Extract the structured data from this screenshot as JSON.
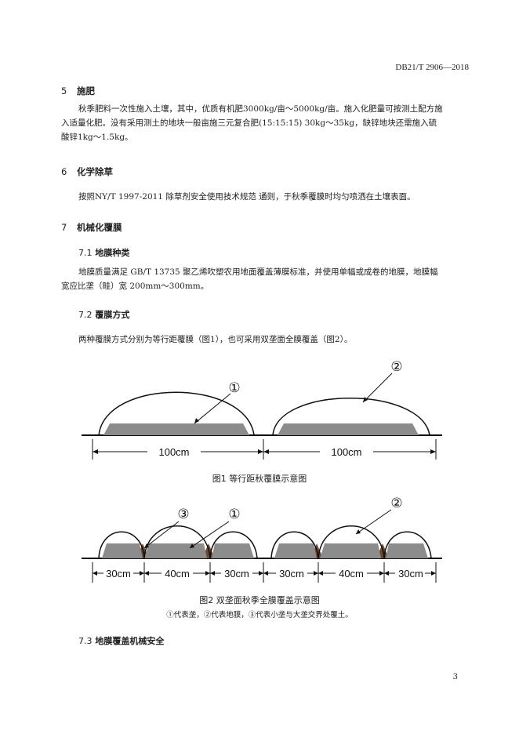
{
  "header": {
    "doc_code": "DB21/T 2906—2018"
  },
  "s5": {
    "num": "5",
    "title": "施肥",
    "para": [
      "秋季肥料一次性施入土壤，其中，优质有机肥3000kg/亩～5000kg/亩。施入化肥量可按测土配方施",
      "入适量化肥。没有采用测土的地块一般亩施三元复合肥(15:15:15) 30kg～35kg，缺锌地块还需施入硫",
      "酸锌1kg～1.5kg。"
    ]
  },
  "s6": {
    "num": "6",
    "title": "化学除草",
    "para": [
      "按照NY/T 1997-2011 除草剂安全使用技术规范 通则，于秋季覆膜时均匀喷洒在土壤表面。"
    ]
  },
  "s7": {
    "num": "7",
    "title": "机械化覆膜"
  },
  "s71": {
    "num": "7.1",
    "title": "地膜种类",
    "para": [
      "地膜质量满足 GB/T 13735 聚乙烯吹塑农用地面覆盖薄膜标准，并使用单幅或成卷的地膜，地膜幅",
      "宽应比垄（畦）宽 200mm～300mm。"
    ]
  },
  "s72": {
    "num": "7.2",
    "title": "覆膜方式",
    "para": [
      "两种覆膜方式分别为等行距覆膜（图1），也可采用双垄面全膜覆盖（图2）。"
    ]
  },
  "fig1": {
    "caption": "图1 等行距秋覆膜示意图",
    "dims": [
      "100cm",
      "100cm"
    ],
    "callouts": [
      "①",
      "②"
    ]
  },
  "fig2": {
    "caption": "图2 双垄面秋季全膜覆盖示意图",
    "note": "①代表垄，②代表地膜，③代表小垄与大垄交界处覆土。",
    "dims": [
      "30cm",
      "40cm",
      "30cm",
      "30cm",
      "40cm",
      "30cm"
    ],
    "callouts": [
      "③",
      "①",
      "②"
    ]
  },
  "s73": {
    "num": "7.3",
    "title": "地膜覆盖机械安全"
  },
  "footer": {
    "page": "3"
  },
  "colors": {
    "ridge": "#8c8c8c",
    "soil": "#6b4a2e",
    "line": "#111111"
  }
}
